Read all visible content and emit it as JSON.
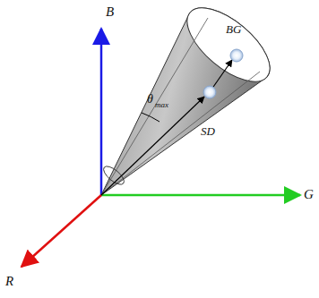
{
  "diagram": {
    "labels": [
      "B",
      "G",
      "R",
      "BG",
      "SD",
      "θ",
      "max"
    ]
  }
}
